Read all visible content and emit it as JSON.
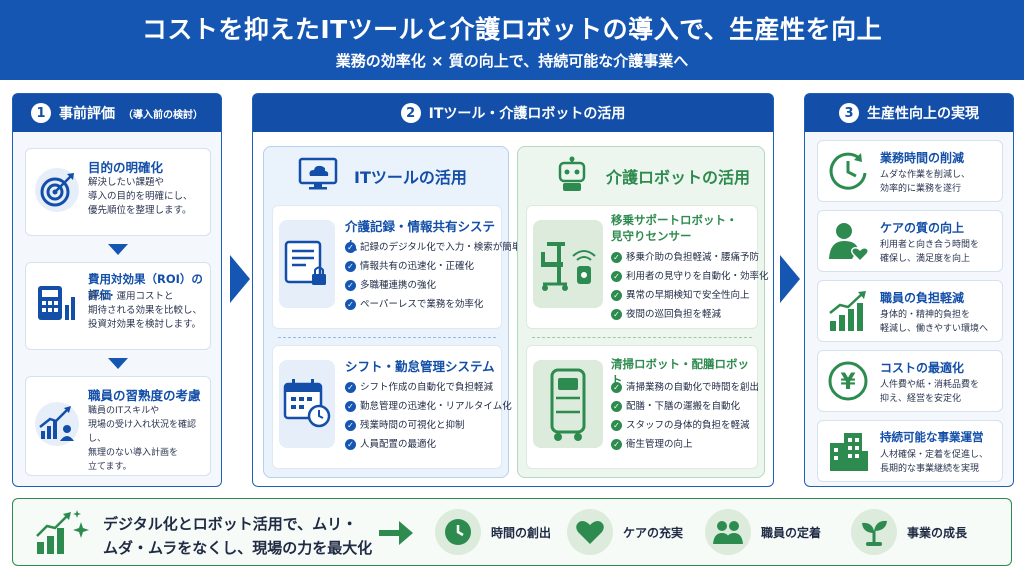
{
  "header": {
    "title": "コストを抑えたITツールと介護ロボットの導入で、生産性を向上",
    "subtitle": "業務の効率化 × 質の向上で、持続可能な介護事業へ"
  },
  "col1": {
    "num": "1",
    "title": "事前評価",
    "note": "（導入前の検討）",
    "cards": [
      {
        "title": "目的の明確化",
        "l1": "解決したい課題や",
        "l2": "導入の目的を明確にし、",
        "l3": "優先順位を整理します。",
        "l4": ""
      },
      {
        "title": "費用対効果（ROI）の評価",
        "l1": "導入・運用コストと",
        "l2": "期待される効果を比較し、",
        "l3": "投資対効果を検討します。",
        "l4": ""
      },
      {
        "title": "職員の習熟度の考慮",
        "l1": "職員のITスキルや",
        "l2": "現場の受け入れ状況を確認し、",
        "l3": "無理のない導入計画を",
        "l4": "立てます。"
      }
    ]
  },
  "col2": {
    "num": "2",
    "title": "ITツール・介護ロボットの活用",
    "it": {
      "title": "ITツールの活用",
      "sec1": {
        "title": "介護記録・情報共有システム",
        "items": [
          "記録のデジタル化で入力・検索が簡単",
          "情報共有の迅速化・正確化",
          "多職種連携の強化",
          "ペーパーレスで業務を効率化"
        ]
      },
      "sec2": {
        "title": "シフト・勤怠管理システム",
        "items": [
          "シフト作成の自動化で負担軽減",
          "勤怠管理の迅速化・リアルタイム化",
          "残業時間の可視化と抑制",
          "人員配置の最適化"
        ]
      }
    },
    "robot": {
      "title": "介護ロボットの活用",
      "sec1": {
        "title1": "移乗サポートロボット・",
        "title2": "見守りセンサー",
        "items": [
          "移乗介助の負担軽減・腰痛予防",
          "利用者の見守りを自動化・効率化",
          "異常の早期検知で安全性向上",
          "夜間の巡回負担を軽減"
        ]
      },
      "sec2": {
        "title": "清掃ロボット・配膳ロボット",
        "items": [
          "清掃業務の自動化で時間を創出",
          "配膳・下膳の運搬を自動化",
          "スタッフの身体的負担を軽減",
          "衛生管理の向上"
        ]
      }
    }
  },
  "col3": {
    "num": "3",
    "title": "生産性向上の実現",
    "cards": [
      {
        "title": "業務時間の削減",
        "l1": "ムダな作業を削減し、",
        "l2": "効率的に業務を遂行"
      },
      {
        "title": "ケアの質の向上",
        "l1": "利用者と向き合う時間を",
        "l2": "確保し、満足度を向上"
      },
      {
        "title": "職員の負担軽減",
        "l1": "身体的・精神的負担を",
        "l2": "軽減し、働きやすい環境へ"
      },
      {
        "title": "コストの最適化",
        "l1": "人件費や紙・消耗品費を",
        "l2": "抑え、経営を安定化"
      },
      {
        "title": "持続可能な事業運営",
        "l1": "人材確保・定着を促進し、",
        "l2": "長期的な事業継続を実現"
      }
    ]
  },
  "footer": {
    "line1": "デジタル化とロボット活用で、ムリ・",
    "line2": "ムダ・ムラをなくし、現場の力を最大化",
    "items": [
      "時間の創出",
      "ケアの充実",
      "職員の定着",
      "事業の成長"
    ]
  },
  "colors": {
    "blue": "#1656b3",
    "green": "#2e8b4f",
    "lightblue": "#eaf2fc",
    "lightgreen": "#edf6ee"
  },
  "yen_symbol": "¥"
}
